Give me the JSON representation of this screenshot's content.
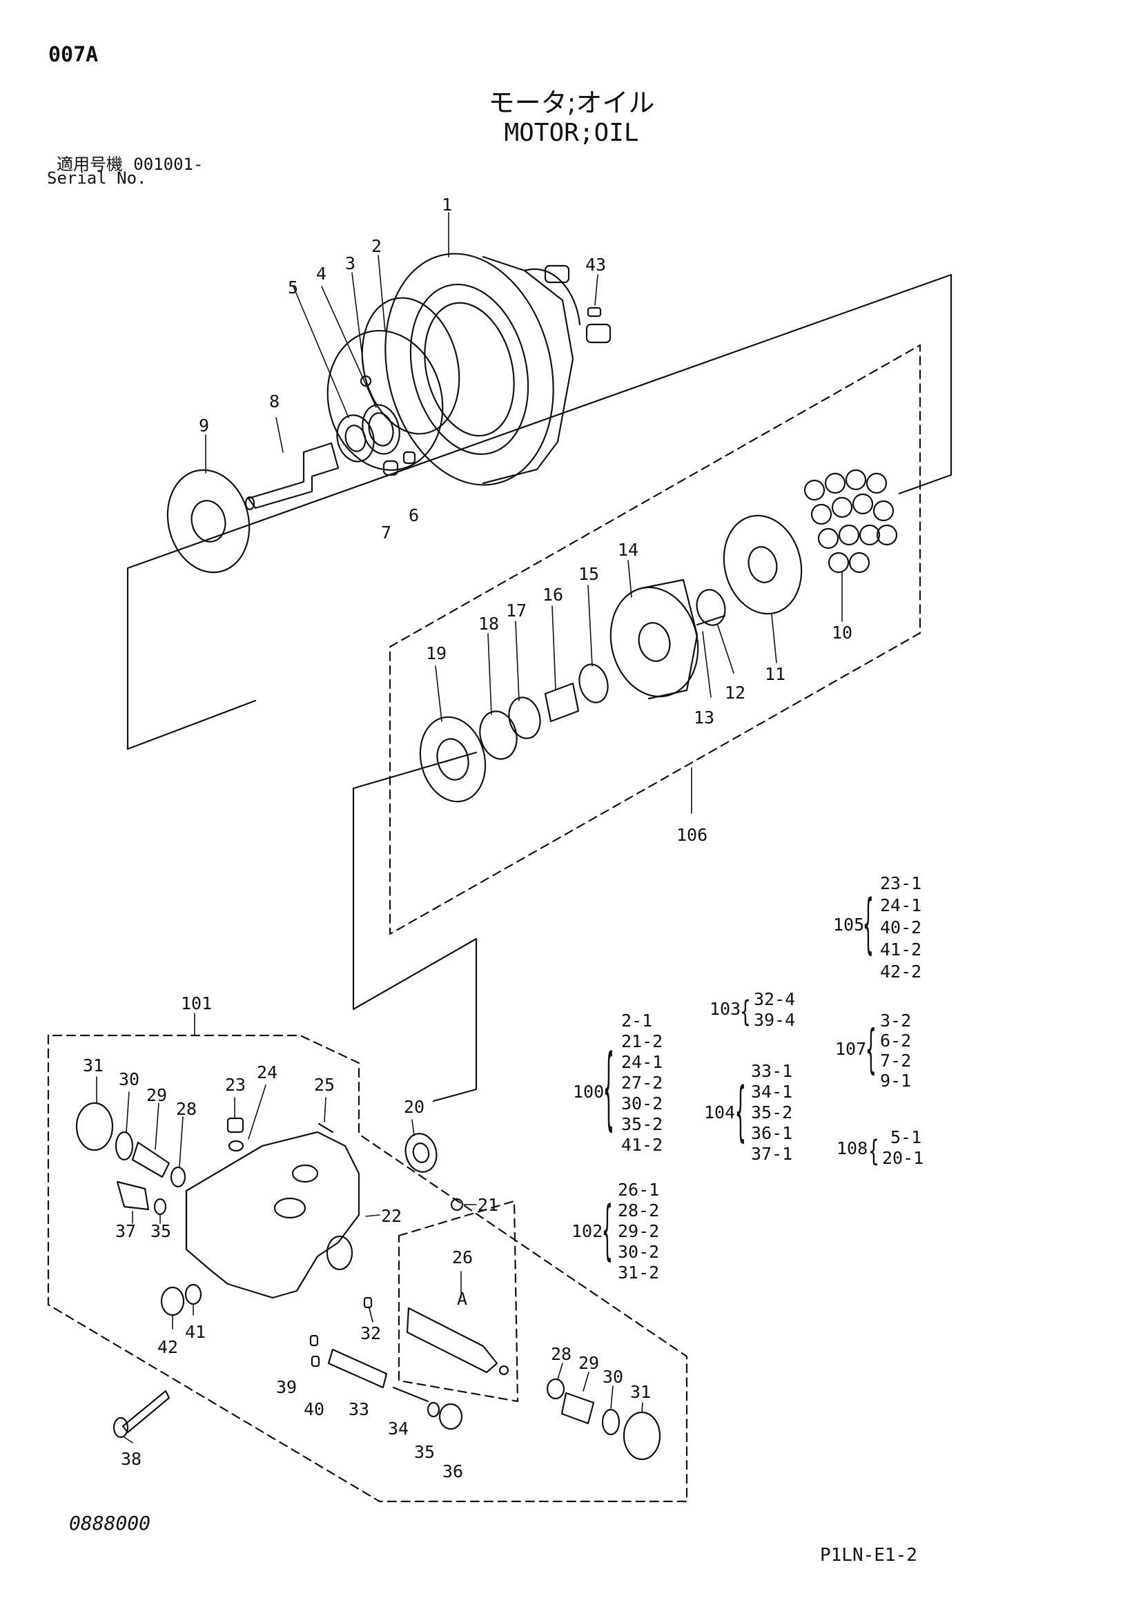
{
  "header": {
    "code": "007A",
    "title_jp": "モータ;オイル",
    "title_en": "MOTOR;OIL",
    "serial_label_jp": "適用号機",
    "serial_value": "001001-",
    "serial_label_en": "Serial No."
  },
  "footer": {
    "drawing_code": "0888000",
    "page_code": "P1LN-E1-2"
  },
  "callouts": {
    "c1": "1",
    "c2": "2",
    "c3": "3",
    "c4": "4",
    "c5": "5",
    "c6": "6",
    "c7": "7",
    "c8": "8",
    "c9": "9",
    "c10": "10",
    "c11": "11",
    "c12": "12",
    "c13": "13",
    "c14": "14",
    "c15": "15",
    "c16": "16",
    "c17": "17",
    "c18": "18",
    "c19": "19",
    "c20": "20",
    "c21": "21",
    "c22": "22",
    "c23": "23",
    "c24": "24",
    "c25": "25",
    "c26": "26",
    "cA": "A",
    "c28a": "28",
    "c29a": "29",
    "c30a": "30",
    "c31a": "31",
    "c28b": "28",
    "c29b": "29",
    "c30b": "30",
    "c31b": "31",
    "c32": "32",
    "c33": "33",
    "c34": "34",
    "c35a": "35",
    "c35b": "35",
    "c36": "36",
    "c37": "37",
    "c38": "38",
    "c39": "39",
    "c40": "40",
    "c41": "41",
    "c42": "42",
    "c43": "43",
    "c101": "101",
    "c106": "106"
  },
  "kits": {
    "k105": {
      "label": "105",
      "items": [
        "23-1",
        "24-1",
        "40-2",
        "41-2",
        "42-2"
      ]
    },
    "k103": {
      "label": "103",
      "items": [
        "32-4",
        "39-4"
      ]
    },
    "k107": {
      "label": "107",
      "items": [
        "3-2",
        "6-2",
        "7-2",
        "9-1"
      ]
    },
    "k100": {
      "label": "100",
      "items": [
        "2-1",
        "21-2",
        "24-1",
        "27-2",
        "30-2",
        "35-2",
        "41-2"
      ]
    },
    "k104": {
      "label": "104",
      "items": [
        "33-1",
        "34-1",
        "35-2",
        "36-1",
        "37-1"
      ]
    },
    "k108": {
      "label": "108",
      "items": [
        "5-1",
        "20-1"
      ]
    },
    "k102": {
      "label": "102",
      "items": [
        "26-1",
        "28-2",
        "29-2",
        "30-2",
        "31-2"
      ]
    }
  }
}
